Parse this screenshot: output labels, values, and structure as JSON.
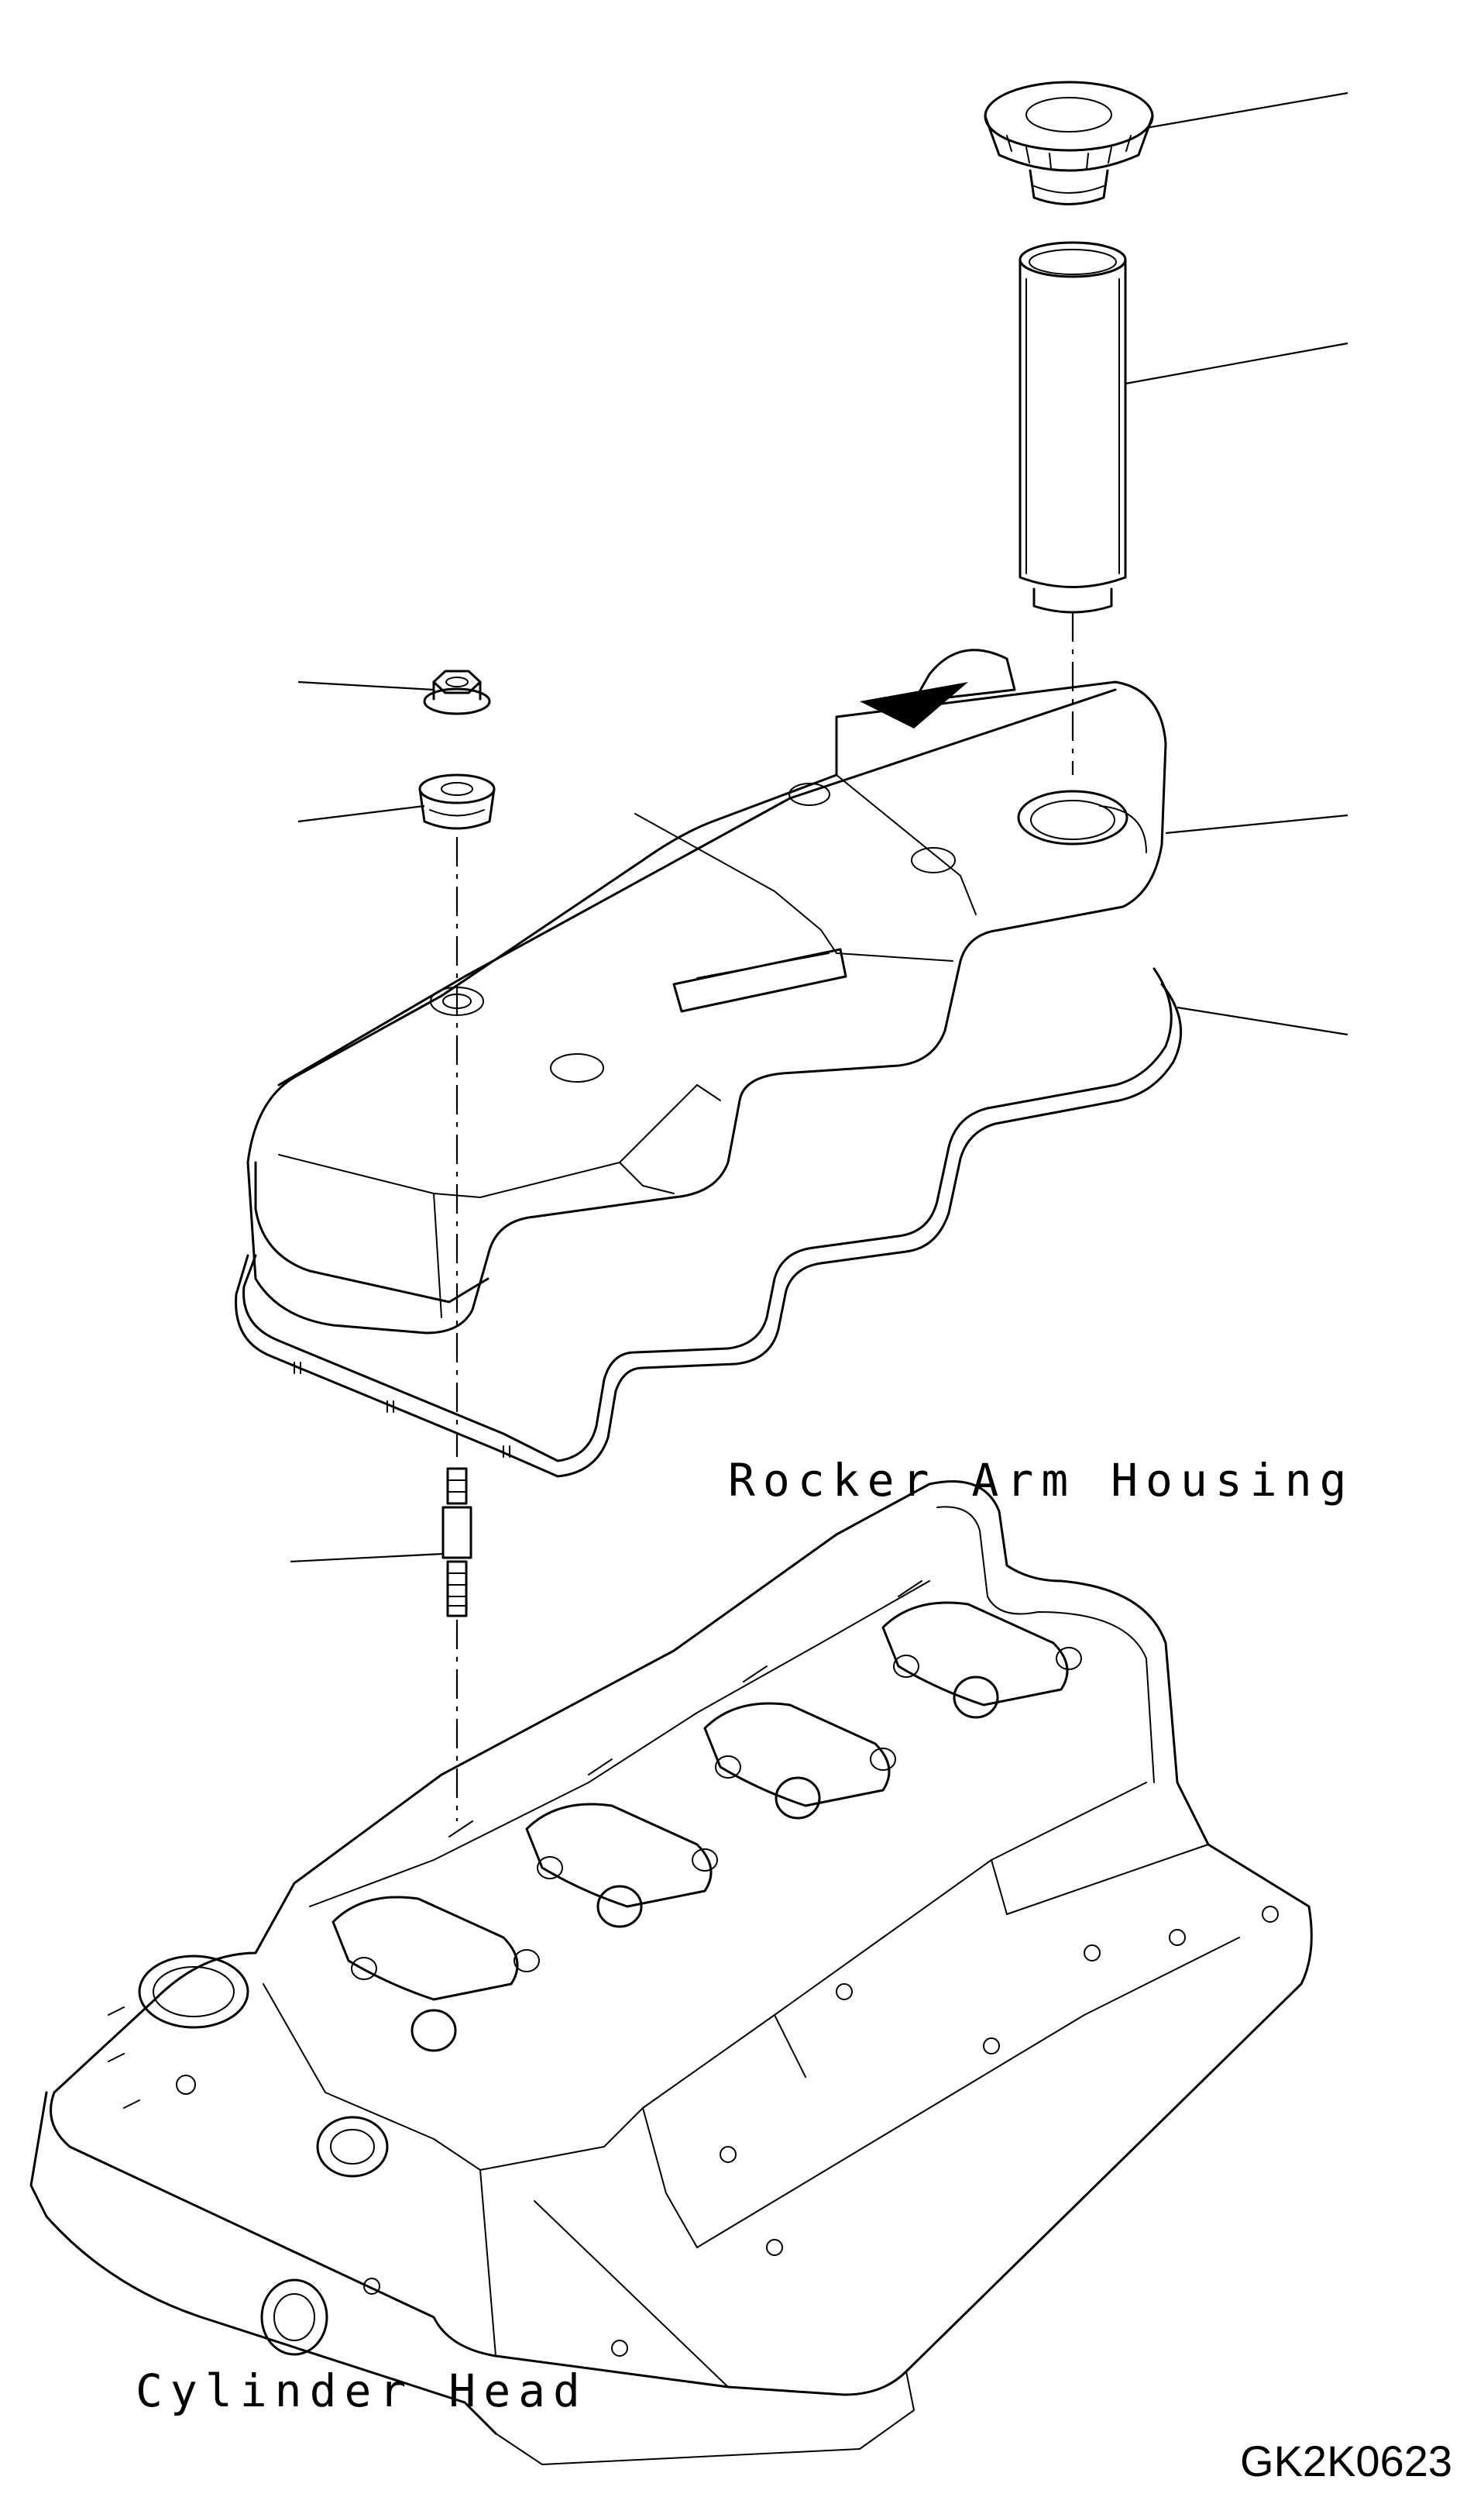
{
  "labels": {
    "rocker_arm_housing": "Rocker Arm Housing",
    "cylinder_head": "Cylinder Head",
    "drawing_code": "GK2K0623"
  }
}
